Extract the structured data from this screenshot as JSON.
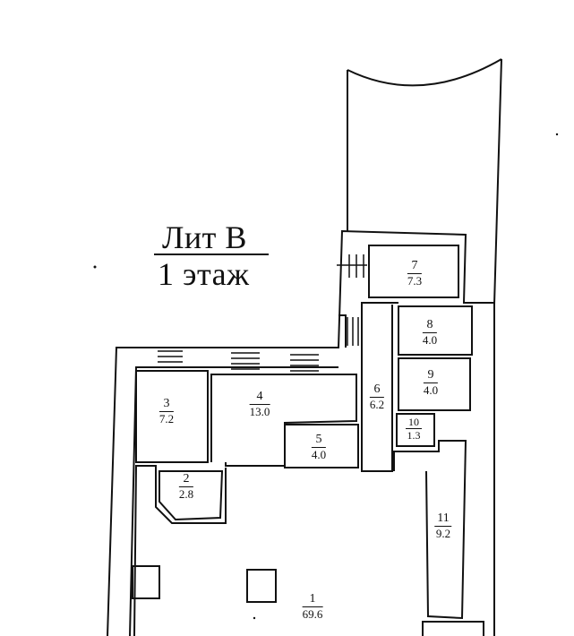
{
  "title": {
    "building": "Лит  В",
    "floor": "1  этаж"
  },
  "rooms": [
    {
      "number": "1",
      "area": "69.6"
    },
    {
      "number": "2",
      "area": "2.8"
    },
    {
      "number": "3",
      "area": "7.2"
    },
    {
      "number": "4",
      "area": "13.0"
    },
    {
      "number": "5",
      "area": "4.0"
    },
    {
      "number": "6",
      "area": "6.2"
    },
    {
      "number": "7",
      "area": "7.3"
    },
    {
      "number": "8",
      "area": "4.0"
    },
    {
      "number": "9",
      "area": "4.0"
    },
    {
      "number": "10",
      "area": "1.3"
    },
    {
      "number": "11",
      "area": "9.2"
    }
  ]
}
